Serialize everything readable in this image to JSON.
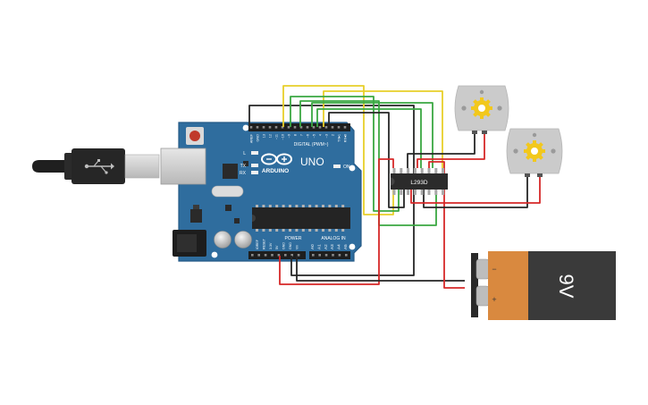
{
  "colors": {
    "background": "#ffffff",
    "board": "#2f6d9e",
    "board_edge": "#255a86",
    "wire_yellow": "#e8cf2a",
    "wire_green": "#3aa842",
    "wire_black": "#262626",
    "wire_red": "#d62828",
    "motor_body": "#c9c9c9",
    "motor_gear": "#f2c81c",
    "battery_orange": "#d9893f",
    "battery_dark": "#3a3a3a"
  },
  "board": {
    "logo": "ARDUINO",
    "model": "UNO",
    "digital_label": "DIGITAL (PWM~)",
    "power_label": "POWER",
    "analog_label": "ANALOG IN",
    "on_label": "ON",
    "led_labels": [
      "L",
      "TX",
      "RX"
    ],
    "digital_pins": [
      "AREF",
      "GND",
      "13",
      "12",
      "~11",
      "~10",
      "~9",
      "8",
      "7",
      "~6",
      "~5",
      "4",
      "~3",
      "2",
      "TX▸1",
      "RX◂0"
    ],
    "power_pins": [
      "IOREF",
      "RESET",
      "3.3V",
      "5V",
      "GND",
      "GND",
      "Vin"
    ],
    "analog_pins": [
      "A0",
      "A1",
      "A2",
      "A3",
      "A4",
      "A5"
    ]
  },
  "driver": {
    "label": "L293D"
  },
  "battery": {
    "label": "9V",
    "minus": "−",
    "plus": "+"
  },
  "usb": {
    "icon": "usb-plug-icon"
  }
}
